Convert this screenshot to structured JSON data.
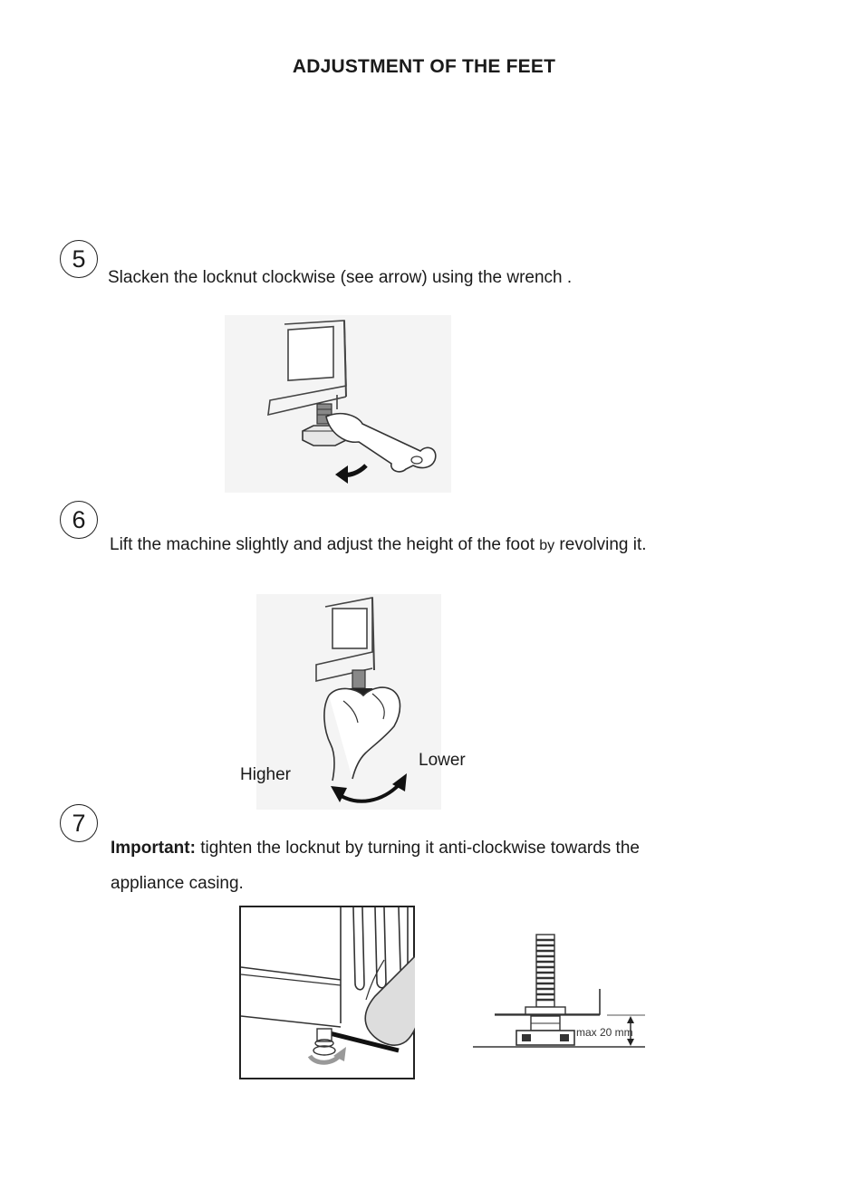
{
  "title": "ADJUSTMENT OF THE FEET",
  "steps": [
    {
      "number": "5",
      "text": "Slacken the locknut clockwise (see arrow) using the wrench ."
    },
    {
      "number": "6",
      "text_before": "Lift  the machine slightly  and adjust the height of the foot ",
      "text_small": "by",
      "text_after": " revolving it."
    },
    {
      "number": "7",
      "bold": "Important:",
      "text_line1": " tighten the locknut by turning it anti-clockwise towards the",
      "text_line2": "appliance casing."
    }
  ],
  "labels": {
    "higher": "Higher",
    "lower": "Lower"
  },
  "dimension": {
    "label": "max 20 mm"
  }
}
